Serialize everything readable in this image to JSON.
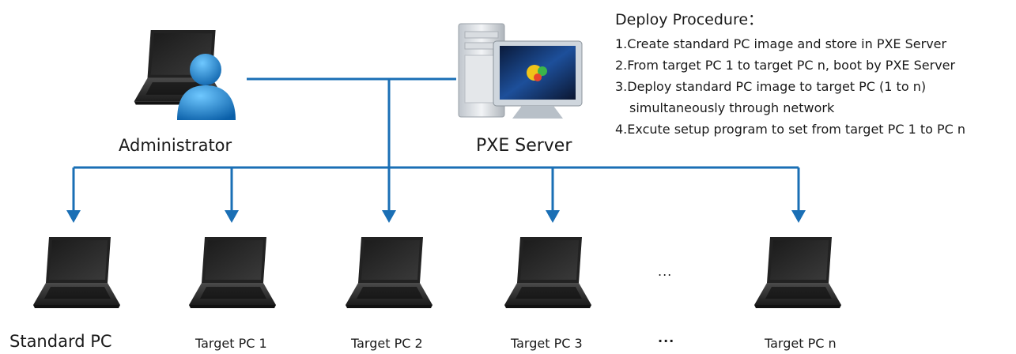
{
  "procedure": {
    "title": "Deploy Procedure：",
    "steps": [
      "1.Create standard PC image and store in PXE Server",
      "2.From target PC 1 to target PC n, boot by PXE Server",
      "3.Deploy standard PC image to target PC (1 to n)",
      "simultaneously through network",
      "4.Excute setup program to set from target PC 1 to PC n"
    ]
  },
  "nodes": {
    "administrator": "Administrator",
    "pxe_server": "PXE Server"
  },
  "pcs": [
    "Standard PC",
    "Target PC 1",
    "Target PC 2",
    "Target PC 3",
    "Target PC n"
  ],
  "ellipsis": "...",
  "ellipsis_icon": "...",
  "colors": {
    "connector": "#1a6fb5",
    "accent": "#1e8fd6",
    "laptop": "#2a2a2a"
  },
  "icons": [
    "laptop-icon",
    "user-icon",
    "desktop-computer-icon",
    "monitor-icon",
    "arrow-down-icon"
  ]
}
